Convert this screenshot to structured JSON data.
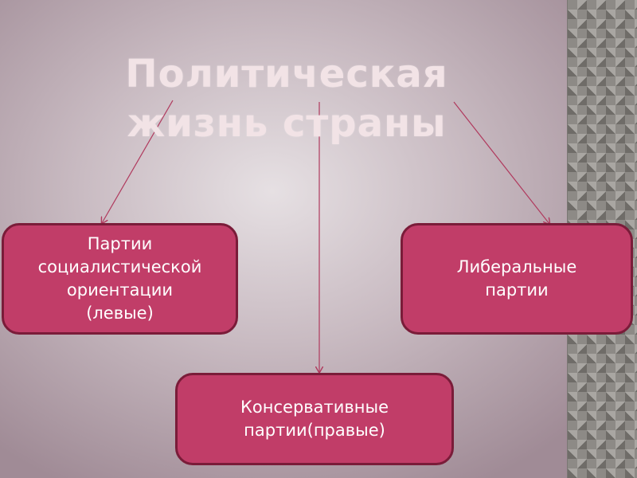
{
  "slide": {
    "title": "Политическая жизнь страны",
    "boxes": {
      "left": "Партии\nсоциалистической\nориентации\n(левые)",
      "right": "Либеральные\nпартии",
      "bottom": "Консервативные\nпартии(правые)"
    }
  }
}
